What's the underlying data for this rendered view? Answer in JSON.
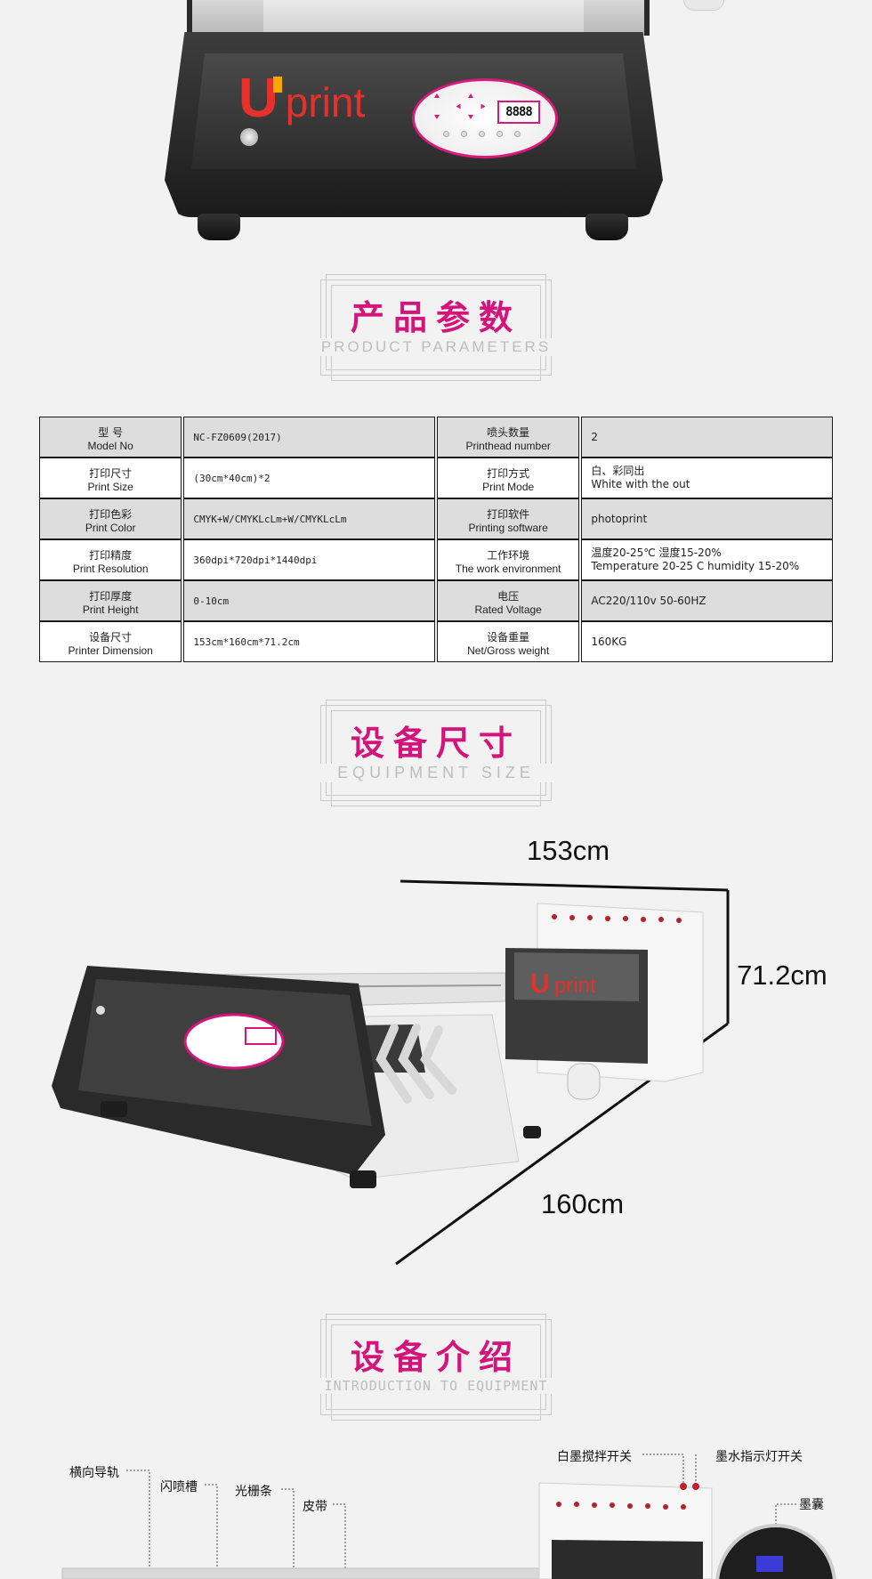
{
  "hero": {
    "brand_mark": "U",
    "brand_word": "print",
    "display_digits": "8888",
    "brand_color": "#e4312b",
    "accent_color": "#d2147b"
  },
  "sections": {
    "params": {
      "cn": "产品参数",
      "en": "PRODUCT PARAMETERS"
    },
    "size": {
      "cn": "设备尺寸",
      "en": "EQUIPMENT SIZE"
    },
    "intro": {
      "cn": "设备介绍",
      "en": "INTRODUCTION TO EQUIPMENT"
    }
  },
  "params_table": [
    {
      "l1_cn": "型 号",
      "l1_en": "Model No",
      "v1": "NC-FZ0609(2017)",
      "l2_cn": "喷头数量",
      "l2_en": "Printhead number",
      "v2a": "2",
      "v2b": ""
    },
    {
      "l1_cn": "打印尺寸",
      "l1_en": "Print Size",
      "v1": "(30cm*40cm)*2",
      "l2_cn": "打印方式",
      "l2_en": "Print Mode",
      "v2a": "白、彩同出",
      "v2b": "White with the out"
    },
    {
      "l1_cn": "打印色彩",
      "l1_en": "Print Color",
      "v1": "CMYK+W/CMYKLcLm+W/CMYKLcLm",
      "l2_cn": "打印软件",
      "l2_en": "Printing software",
      "v2a": "photoprint",
      "v2b": ""
    },
    {
      "l1_cn": "打印精度",
      "l1_en": "Print Resolution",
      "v1": "360dpi*720dpi*1440dpi",
      "l2_cn": "工作环境",
      "l2_en": "The work environment",
      "v2a": "温度20-25℃  湿度15-20%",
      "v2b": "Temperature 20-25 C  humidity 15-20%"
    },
    {
      "l1_cn": "打印厚度",
      "l1_en": "Print Height",
      "v1": "0-10cm",
      "l2_cn": "电压",
      "l2_en": "Rated Voltage",
      "v2a": "AC220/110v  50-60HZ",
      "v2b": ""
    },
    {
      "l1_cn": "设备尺寸",
      "l1_en": "Printer Dimension",
      "v1": "153cm*160cm*71.2cm",
      "l2_cn": "设备重量",
      "l2_en": "Net/Gross weight",
      "v2a": "160KG",
      "v2b": ""
    }
  ],
  "dimensions": {
    "width": "153cm",
    "height": "71.2cm",
    "depth": "160cm"
  },
  "intro_callouts": {
    "rail": "横向导轨",
    "flash_slot": "闪喷槽",
    "grating": "光栅条",
    "belt": "皮带",
    "stir_switch": "白墨搅拌开关",
    "ink_light_switch": "墨水指示灯开关",
    "ink_sac": "墨囊"
  }
}
